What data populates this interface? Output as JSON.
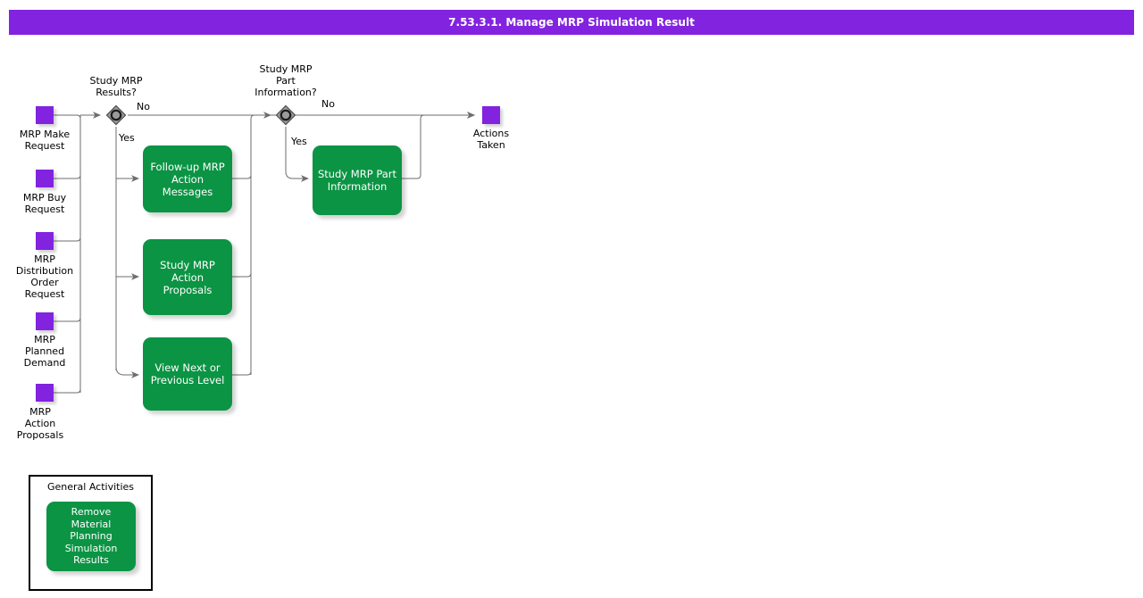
{
  "header": {
    "title": "7.53.3.1. Manage MRP Simulation Result",
    "background_color": "#8223e0",
    "text_color": "#ffffff"
  },
  "colors": {
    "event_purple": "#8223e0",
    "task_green": "#0b9444",
    "gateway_gray": "#808080",
    "connector_gray": "#6e6e6e",
    "group_border": "#000000"
  },
  "start_events": [
    {
      "name": "mrp-make-request",
      "label": "MRP Make\nRequest"
    },
    {
      "name": "mrp-buy-request",
      "label": "MRP Buy\nRequest"
    },
    {
      "name": "mrp-distribution-order-request",
      "label": "MRP\nDistribution\nOrder\nRequest"
    },
    {
      "name": "mrp-planned-demand",
      "label": "MRP\nPlanned\nDemand"
    },
    {
      "name": "mrp-action-proposals",
      "label": "MRP\nAction\nProposals"
    }
  ],
  "end_events": [
    {
      "name": "actions-taken",
      "label": "Actions\nTaken"
    }
  ],
  "gateways": [
    {
      "name": "study-mrp-results-gateway",
      "caption": "Study MRP\nResults?",
      "yes_label": "Yes",
      "no_label": "No"
    },
    {
      "name": "study-mrp-part-information-gateway",
      "caption": "Study MRP\nPart\nInformation?",
      "yes_label": "Yes",
      "no_label": "No"
    }
  ],
  "tasks": [
    {
      "name": "follow-up-mrp-action-messages",
      "label": "Follow-up MRP\nAction Messages"
    },
    {
      "name": "study-mrp-action-proposals",
      "label": "Study MRP Action\nProposals"
    },
    {
      "name": "view-next-or-previous-level",
      "label": "View Next or\nPrevious Level"
    },
    {
      "name": "study-mrp-part-information",
      "label": "Study MRP Part\nInformation"
    }
  ],
  "group": {
    "title": "General Activities",
    "tasks": [
      {
        "name": "remove-material-planning-simulation-results",
        "label": "Remove Material\nPlanning\nSimulation\nResults"
      }
    ]
  }
}
